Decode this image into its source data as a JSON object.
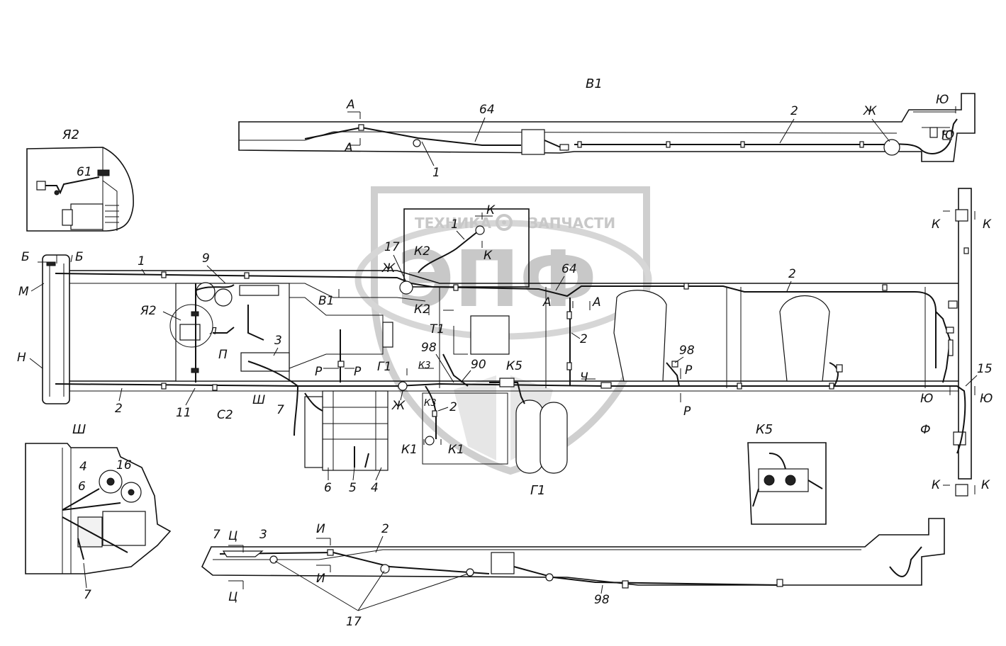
{
  "watermark": {
    "text_left": "ТЕХНИКА",
    "text_right": "ЗАПЧАСТИ",
    "monogram": "ЭПФ",
    "gear_icon": "gear-icon"
  },
  "views": {
    "v1": "В1",
    "ya2": "Я2",
    "sh": "Ш",
    "k5": "К5",
    "g1": "Г1"
  },
  "labels": {
    "v1_A_top": "А",
    "v1_A_bot": "А",
    "v1_64": "64",
    "v1_1": "1",
    "v1_2": "2",
    "v1_Zh": "Ж",
    "v1_Yu_top": "Ю",
    "v1_Yu_bot": "Ю",
    "ya2_61": "61",
    "B_left": "Б",
    "B_right": "Б",
    "M": "М",
    "N": "Н",
    "main_1": "1",
    "main_2_left": "2",
    "main_9": "9",
    "main_Ya2": "Я2",
    "main_L": "Л",
    "main_P": "П",
    "main_3": "3",
    "main_11": "11",
    "main_S2": "С2",
    "main_Sh": "Ш",
    "main_7": "7",
    "main_V1": "В1",
    "main_R1": "Р",
    "main_R2": "Р",
    "main_G1": "Г1",
    "main_17": "17",
    "main_Zh": "Ж",
    "main_K2_top": "К2",
    "main_K2_bot": "К2",
    "main_K_top": "К",
    "main_K_bot": "К",
    "main_1_inset": "1",
    "main_T1": "Т1",
    "main_98_left": "98",
    "main_K3_top": "К3",
    "main_K3_bot": "К3",
    "main_90": "90",
    "main_K5": "К5",
    "main_Zh2": "Ж",
    "main_2_mid": "2",
    "main_K1_left": "К1",
    "main_K1_right": "К1",
    "main_6": "6",
    "main_5": "5",
    "main_4": "4",
    "main_64": "64",
    "main_A_left": "А",
    "main_A_right": "А",
    "main_2_vert": "2",
    "main_Ch": "Ч",
    "main_2_right": "2",
    "main_98_right": "98",
    "main_R3": "Р",
    "main_R4": "Р",
    "main_K_r1": "К",
    "main_K_r2": "К",
    "main_15": "15",
    "main_Yu1": "Ю",
    "main_Yu2": "Ю",
    "main_F": "Ф",
    "main_K_r3": "К",
    "main_K_r4": "К",
    "sh_16": "16",
    "sh_4": "4",
    "sh_6": "6",
    "sh_7": "7",
    "g1_7": "7",
    "g1_Ts_top": "Ц",
    "g1_Ts_bot": "Ц",
    "g1_3": "3",
    "g1_I_top": "И",
    "g1_I_bot": "И",
    "g1_2": "2",
    "g1_98": "98",
    "g1_17": "17"
  }
}
